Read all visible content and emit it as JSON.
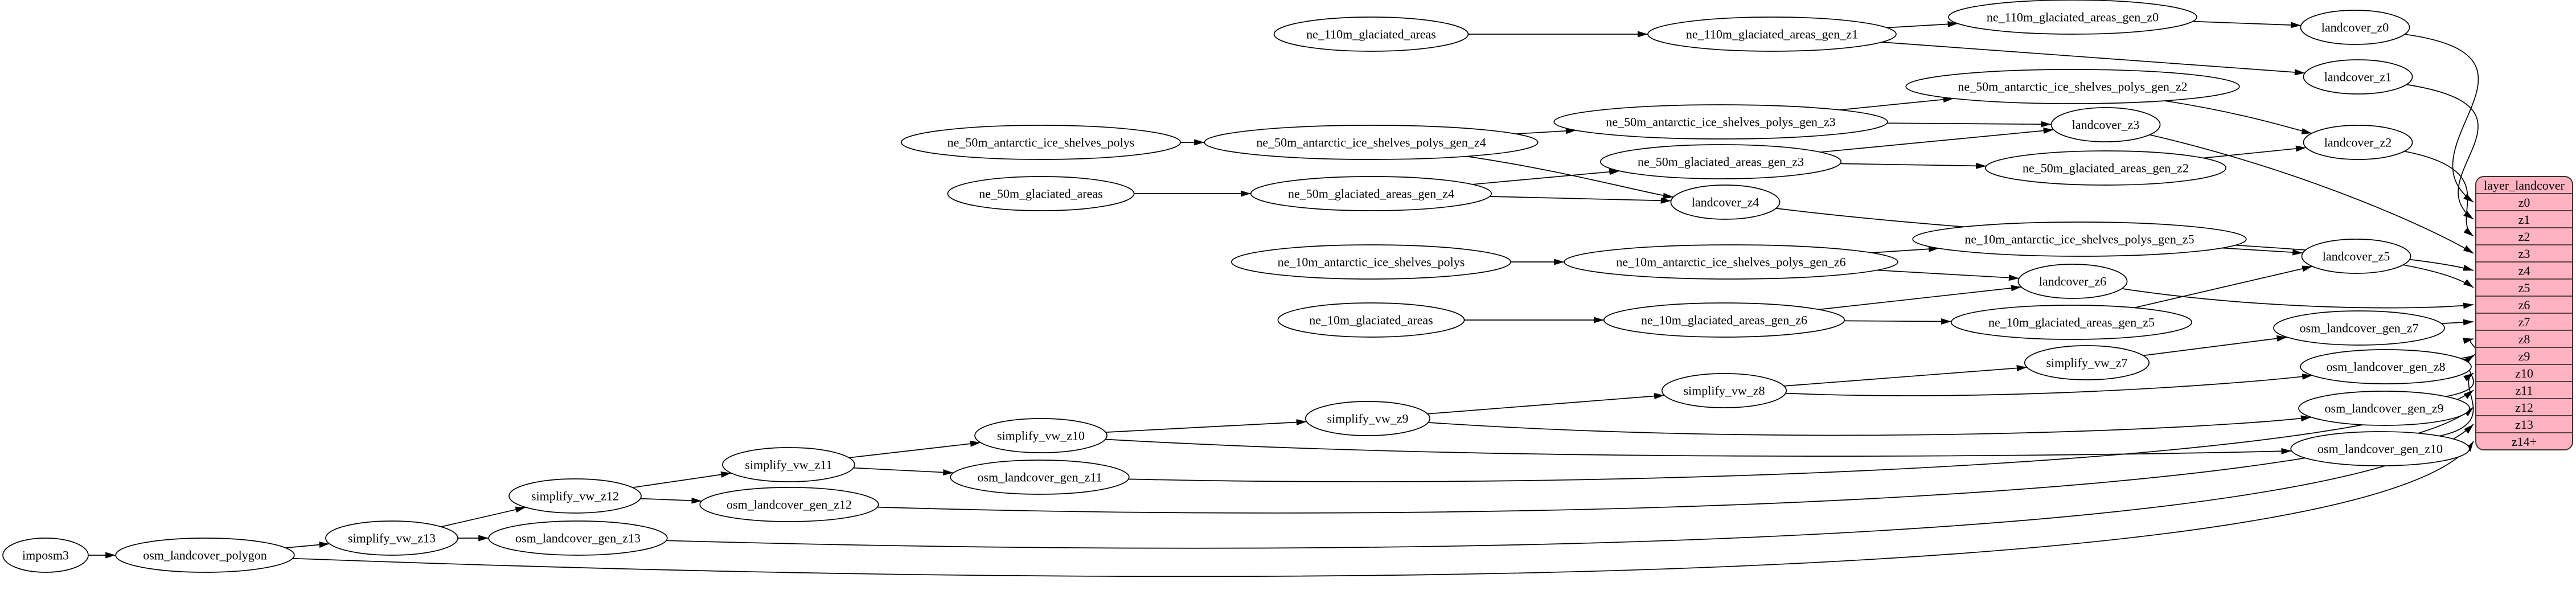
{
  "diagram": {
    "background": "#ffffff",
    "node_fill": "#ffffff",
    "node_stroke": "#000000",
    "edge_color": "#000000",
    "text_color": "#000000",
    "nodes": [
      {
        "id": "imposm3",
        "label": "imposm3"
      },
      {
        "id": "osm_landcover_polygon",
        "label": "osm_landcover_polygon"
      },
      {
        "id": "simplify_vw_z13",
        "label": "simplify_vw_z13"
      },
      {
        "id": "osm_landcover_gen_z13",
        "label": "osm_landcover_gen_z13"
      },
      {
        "id": "simplify_vw_z12",
        "label": "simplify_vw_z12"
      },
      {
        "id": "osm_landcover_gen_z12",
        "label": "osm_landcover_gen_z12"
      },
      {
        "id": "simplify_vw_z11",
        "label": "simplify_vw_z11"
      },
      {
        "id": "osm_landcover_gen_z11",
        "label": "osm_landcover_gen_z11"
      },
      {
        "id": "simplify_vw_z10",
        "label": "simplify_vw_z10"
      },
      {
        "id": "simplify_vw_z9",
        "label": "simplify_vw_z9"
      },
      {
        "id": "simplify_vw_z8",
        "label": "simplify_vw_z8"
      },
      {
        "id": "simplify_vw_z7",
        "label": "simplify_vw_z7"
      },
      {
        "id": "osm_landcover_gen_z7",
        "label": "osm_landcover_gen_z7"
      },
      {
        "id": "osm_landcover_gen_z8",
        "label": "osm_landcover_gen_z8"
      },
      {
        "id": "osm_landcover_gen_z9",
        "label": "osm_landcover_gen_z9"
      },
      {
        "id": "osm_landcover_gen_z10",
        "label": "osm_landcover_gen_z10"
      },
      {
        "id": "ne_110m_glaciated_areas",
        "label": "ne_110m_glaciated_areas"
      },
      {
        "id": "ne_110m_glaciated_areas_gen_z1",
        "label": "ne_110m_glaciated_areas_gen_z1"
      },
      {
        "id": "ne_110m_glaciated_areas_gen_z0",
        "label": "ne_110m_glaciated_areas_gen_z0"
      },
      {
        "id": "landcover_z0",
        "label": "landcover_z0"
      },
      {
        "id": "landcover_z1",
        "label": "landcover_z1"
      },
      {
        "id": "ne_50m_antarctic_ice_shelves_polys",
        "label": "ne_50m_antarctic_ice_shelves_polys"
      },
      {
        "id": "ne_50m_antarctic_ice_shelves_polys_gen_z4",
        "label": "ne_50m_antarctic_ice_shelves_polys_gen_z4"
      },
      {
        "id": "ne_50m_antarctic_ice_shelves_polys_gen_z3",
        "label": "ne_50m_antarctic_ice_shelves_polys_gen_z3"
      },
      {
        "id": "ne_50m_antarctic_ice_shelves_polys_gen_z2",
        "label": "ne_50m_antarctic_ice_shelves_polys_gen_z2"
      },
      {
        "id": "ne_50m_glaciated_areas",
        "label": "ne_50m_glaciated_areas"
      },
      {
        "id": "ne_50m_glaciated_areas_gen_z4",
        "label": "ne_50m_glaciated_areas_gen_z4"
      },
      {
        "id": "ne_50m_glaciated_areas_gen_z3",
        "label": "ne_50m_glaciated_areas_gen_z3"
      },
      {
        "id": "ne_50m_glaciated_areas_gen_z2",
        "label": "ne_50m_glaciated_areas_gen_z2"
      },
      {
        "id": "landcover_z2",
        "label": "landcover_z2"
      },
      {
        "id": "landcover_z3",
        "label": "landcover_z3"
      },
      {
        "id": "landcover_z4",
        "label": "landcover_z4"
      },
      {
        "id": "ne_10m_antarctic_ice_shelves_polys",
        "label": "ne_10m_antarctic_ice_shelves_polys"
      },
      {
        "id": "ne_10m_antarctic_ice_shelves_polys_gen_z6",
        "label": "ne_10m_antarctic_ice_shelves_polys_gen_z6"
      },
      {
        "id": "ne_10m_antarctic_ice_shelves_polys_gen_z5",
        "label": "ne_10m_antarctic_ice_shelves_polys_gen_z5"
      },
      {
        "id": "ne_10m_glaciated_areas",
        "label": "ne_10m_glaciated_areas"
      },
      {
        "id": "ne_10m_glaciated_areas_gen_z6",
        "label": "ne_10m_glaciated_areas_gen_z6"
      },
      {
        "id": "ne_10m_glaciated_areas_gen_z5",
        "label": "ne_10m_glaciated_areas_gen_z5"
      },
      {
        "id": "landcover_z5",
        "label": "landcover_z5"
      },
      {
        "id": "landcover_z6",
        "label": "landcover_z6"
      }
    ],
    "edges": [
      {
        "from": "imposm3",
        "to": "osm_landcover_polygon"
      },
      {
        "from": "osm_landcover_polygon",
        "to": "simplify_vw_z13"
      },
      {
        "from": "osm_landcover_polygon",
        "to": "layer:z14+"
      },
      {
        "from": "simplify_vw_z13",
        "to": "osm_landcover_gen_z13"
      },
      {
        "from": "simplify_vw_z13",
        "to": "simplify_vw_z12"
      },
      {
        "from": "osm_landcover_gen_z13",
        "to": "layer:z13"
      },
      {
        "from": "simplify_vw_z12",
        "to": "osm_landcover_gen_z12"
      },
      {
        "from": "simplify_vw_z12",
        "to": "simplify_vw_z11"
      },
      {
        "from": "osm_landcover_gen_z12",
        "to": "layer:z12"
      },
      {
        "from": "simplify_vw_z11",
        "to": "osm_landcover_gen_z11"
      },
      {
        "from": "simplify_vw_z11",
        "to": "simplify_vw_z10"
      },
      {
        "from": "osm_landcover_gen_z11",
        "to": "layer:z11"
      },
      {
        "from": "simplify_vw_z10",
        "to": "osm_landcover_gen_z10"
      },
      {
        "from": "simplify_vw_z10",
        "to": "simplify_vw_z9"
      },
      {
        "from": "osm_landcover_gen_z10",
        "to": "layer:z10"
      },
      {
        "from": "simplify_vw_z9",
        "to": "osm_landcover_gen_z9"
      },
      {
        "from": "simplify_vw_z9",
        "to": "simplify_vw_z8"
      },
      {
        "from": "osm_landcover_gen_z9",
        "to": "layer:z9"
      },
      {
        "from": "simplify_vw_z8",
        "to": "osm_landcover_gen_z8"
      },
      {
        "from": "simplify_vw_z8",
        "to": "simplify_vw_z7"
      },
      {
        "from": "osm_landcover_gen_z8",
        "to": "layer:z8"
      },
      {
        "from": "simplify_vw_z7",
        "to": "osm_landcover_gen_z7"
      },
      {
        "from": "osm_landcover_gen_z7",
        "to": "layer:z7"
      },
      {
        "from": "ne_110m_glaciated_areas",
        "to": "ne_110m_glaciated_areas_gen_z1"
      },
      {
        "from": "ne_110m_glaciated_areas_gen_z1",
        "to": "ne_110m_glaciated_areas_gen_z0"
      },
      {
        "from": "ne_110m_glaciated_areas_gen_z1",
        "to": "landcover_z1"
      },
      {
        "from": "ne_110m_glaciated_areas_gen_z0",
        "to": "landcover_z0"
      },
      {
        "from": "landcover_z0",
        "to": "layer:z0"
      },
      {
        "from": "landcover_z1",
        "to": "layer:z1"
      },
      {
        "from": "ne_50m_antarctic_ice_shelves_polys",
        "to": "ne_50m_antarctic_ice_shelves_polys_gen_z4"
      },
      {
        "from": "ne_50m_antarctic_ice_shelves_polys_gen_z4",
        "to": "ne_50m_antarctic_ice_shelves_polys_gen_z3"
      },
      {
        "from": "ne_50m_antarctic_ice_shelves_polys_gen_z3",
        "to": "ne_50m_antarctic_ice_shelves_polys_gen_z2"
      },
      {
        "from": "ne_50m_antarctic_ice_shelves_polys_gen_z4",
        "to": "landcover_z4"
      },
      {
        "from": "ne_50m_antarctic_ice_shelves_polys_gen_z3",
        "to": "landcover_z3"
      },
      {
        "from": "ne_50m_antarctic_ice_shelves_polys_gen_z2",
        "to": "landcover_z2"
      },
      {
        "from": "ne_50m_glaciated_areas",
        "to": "ne_50m_glaciated_areas_gen_z4"
      },
      {
        "from": "ne_50m_glaciated_areas_gen_z4",
        "to": "ne_50m_glaciated_areas_gen_z3"
      },
      {
        "from": "ne_50m_glaciated_areas_gen_z3",
        "to": "ne_50m_glaciated_areas_gen_z2"
      },
      {
        "from": "ne_50m_glaciated_areas_gen_z4",
        "to": "landcover_z4"
      },
      {
        "from": "ne_50m_glaciated_areas_gen_z3",
        "to": "landcover_z3"
      },
      {
        "from": "ne_50m_glaciated_areas_gen_z2",
        "to": "landcover_z2"
      },
      {
        "from": "landcover_z2",
        "to": "layer:z2"
      },
      {
        "from": "landcover_z3",
        "to": "layer:z3"
      },
      {
        "from": "landcover_z4",
        "to": "layer:z4"
      },
      {
        "from": "ne_10m_antarctic_ice_shelves_polys",
        "to": "ne_10m_antarctic_ice_shelves_polys_gen_z6"
      },
      {
        "from": "ne_10m_antarctic_ice_shelves_polys_gen_z6",
        "to": "ne_10m_antarctic_ice_shelves_polys_gen_z5"
      },
      {
        "from": "ne_10m_antarctic_ice_shelves_polys_gen_z6",
        "to": "landcover_z6"
      },
      {
        "from": "ne_10m_antarctic_ice_shelves_polys_gen_z5",
        "to": "landcover_z5"
      },
      {
        "from": "ne_10m_glaciated_areas",
        "to": "ne_10m_glaciated_areas_gen_z6"
      },
      {
        "from": "ne_10m_glaciated_areas_gen_z6",
        "to": "ne_10m_glaciated_areas_gen_z5"
      },
      {
        "from": "ne_10m_glaciated_areas_gen_z6",
        "to": "landcover_z6"
      },
      {
        "from": "ne_10m_glaciated_areas_gen_z5",
        "to": "landcover_z5"
      },
      {
        "from": "landcover_z5",
        "to": "layer:z5"
      },
      {
        "from": "landcover_z6",
        "to": "layer:z6"
      }
    ]
  },
  "table": {
    "title": "layer_landcover",
    "fill": "#ffb3c1",
    "stroke": "#3d3030",
    "rows": [
      "z0",
      "z1",
      "z2",
      "z3",
      "z4",
      "z5",
      "z6",
      "z7",
      "z8",
      "z9",
      "z10",
      "z11",
      "z12",
      "z13",
      "z14+"
    ]
  }
}
